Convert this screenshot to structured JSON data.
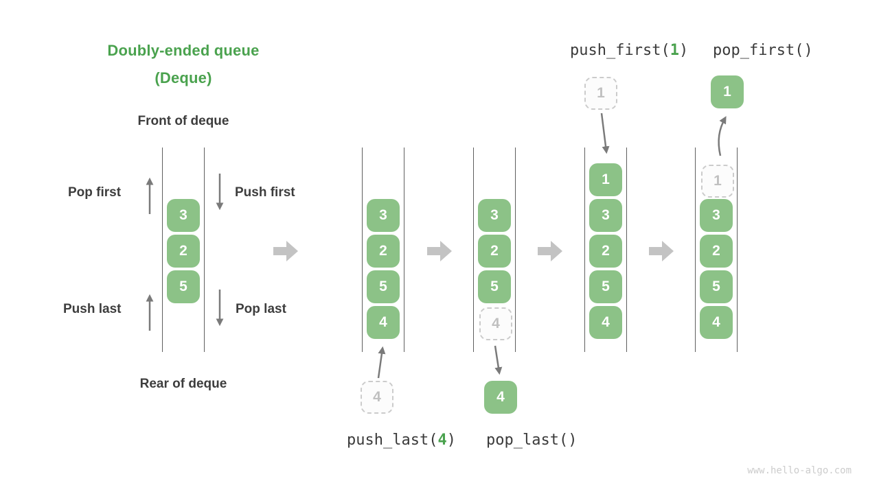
{
  "title": {
    "line1": "Doubly-ended queue",
    "line2": "(Deque)"
  },
  "labels": {
    "front": "Front of deque",
    "rear": "Rear of deque",
    "pop_first": "Pop first",
    "push_first": "Push first",
    "push_last": "Push last",
    "pop_last": "Pop last"
  },
  "demo": {
    "boxes": [
      "3",
      "2",
      "5"
    ]
  },
  "states": [
    {
      "solid": [
        "3",
        "2",
        "5",
        "4"
      ],
      "dashed_below": "4"
    },
    {
      "solid": [
        "3",
        "2",
        "5"
      ],
      "dashed_in": "4",
      "solid_below": "4"
    },
    {
      "dashed_above": "1",
      "solid": [
        "1",
        "3",
        "2",
        "5",
        "4"
      ]
    },
    {
      "dashed_in": "1",
      "solid": [
        "3",
        "2",
        "5",
        "4"
      ],
      "solid_above": "1"
    }
  ],
  "ops": {
    "push_last_prefix": "push_last(",
    "push_last_arg": "4",
    "push_last_suffix": ")",
    "pop_last": "pop_last()",
    "push_first_prefix": "push_first(",
    "push_first_arg": "1",
    "push_first_suffix": ")",
    "pop_first": "pop_first()"
  },
  "watermark": "www.hello-algo.com",
  "colors": {
    "box_green": "#8CC287",
    "title_green": "#4AA24E",
    "thin_arrow_gray": "#7a7a7a",
    "big_arrow_gray": "#C3C3C3",
    "rail_gray": "#5e5e5e",
    "ghost_gray": "#cbcbcb"
  }
}
